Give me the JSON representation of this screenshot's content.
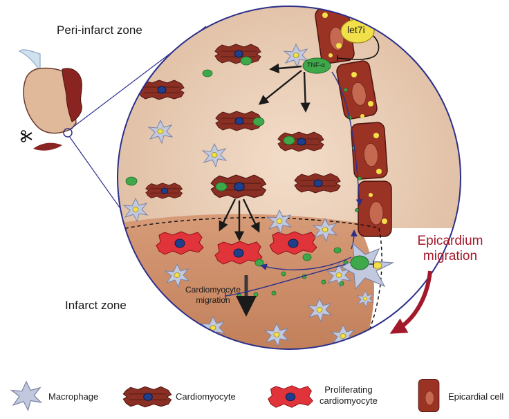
{
  "labels": {
    "peri_infarct_zone": "Peri-infarct zone",
    "infarct_zone": "Infarct zone",
    "let7i": "let7i",
    "tnf_alpha": "TNF-α",
    "cardiomyocyte_migration_line1": "Cardiomyocyte",
    "cardiomyocyte_migration_line2": "migration",
    "epicardium_migration_line1": "Epicardium",
    "epicardium_migration_line2": "migration"
  },
  "legend": {
    "macrophage": "Macrophage",
    "cardiomyocyte": "Cardiomyocyte",
    "proliferating_line1": "Proliferating",
    "proliferating_line2": "cardiomyocyte",
    "epicardial_cell": "Epicardial cell"
  },
  "colors": {
    "peri_zone_bg": "#e8cdb6",
    "infarct_zone_bg": "#c98b68",
    "cardiomyocyte": "#8a2f24",
    "proliferating": "#e0333a",
    "epicardial": "#9b3325",
    "macrophage": "#c2c9de",
    "signal_green": "#3ea84a",
    "pathway_blue": "#2b2f8a",
    "epicardium_label": "#a3182a",
    "lens_outline": "#2b2f8a"
  }
}
